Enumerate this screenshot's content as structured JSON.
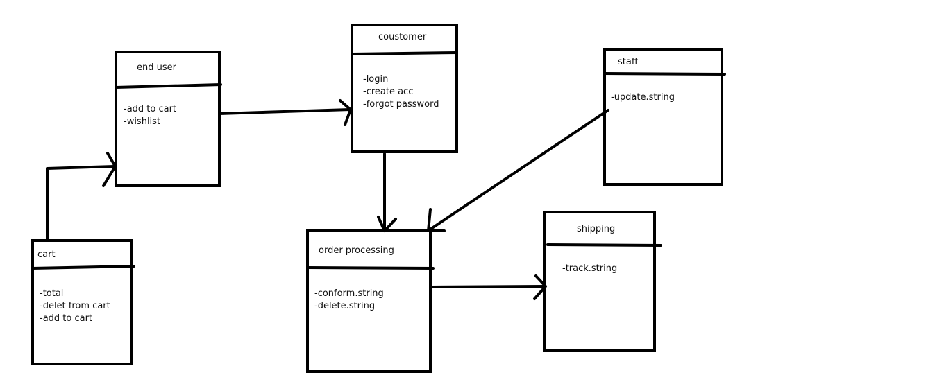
{
  "diagram": {
    "colors": {
      "stroke": "#000000",
      "background": "#ffffff",
      "text": "#111111"
    },
    "boxes": {
      "end_user": {
        "title": "end user",
        "attributes": [
          "-add to cart",
          "-wishlist"
        ]
      },
      "customer": {
        "title": "coustomer",
        "attributes": [
          "-login",
          "-create acc",
          "-forgot password"
        ]
      },
      "staff": {
        "title": "staff",
        "attributes": [
          "-update.string"
        ]
      },
      "cart": {
        "title": "cart",
        "attributes": [
          "-total",
          "-delet from cart",
          "-add to cart"
        ]
      },
      "order_processing": {
        "title": "order processing",
        "attributes": [
          "-conform.string",
          "-delete.string"
        ]
      },
      "shipping": {
        "title": "shipping",
        "attributes": [
          "-track.string"
        ]
      }
    },
    "connections": [
      {
        "from": "end_user",
        "to": "customer"
      },
      {
        "from": "cart",
        "to": "end_user"
      },
      {
        "from": "customer",
        "to": "order_processing"
      },
      {
        "from": "staff",
        "to": "order_processing"
      },
      {
        "from": "order_processing",
        "to": "shipping"
      }
    ]
  }
}
